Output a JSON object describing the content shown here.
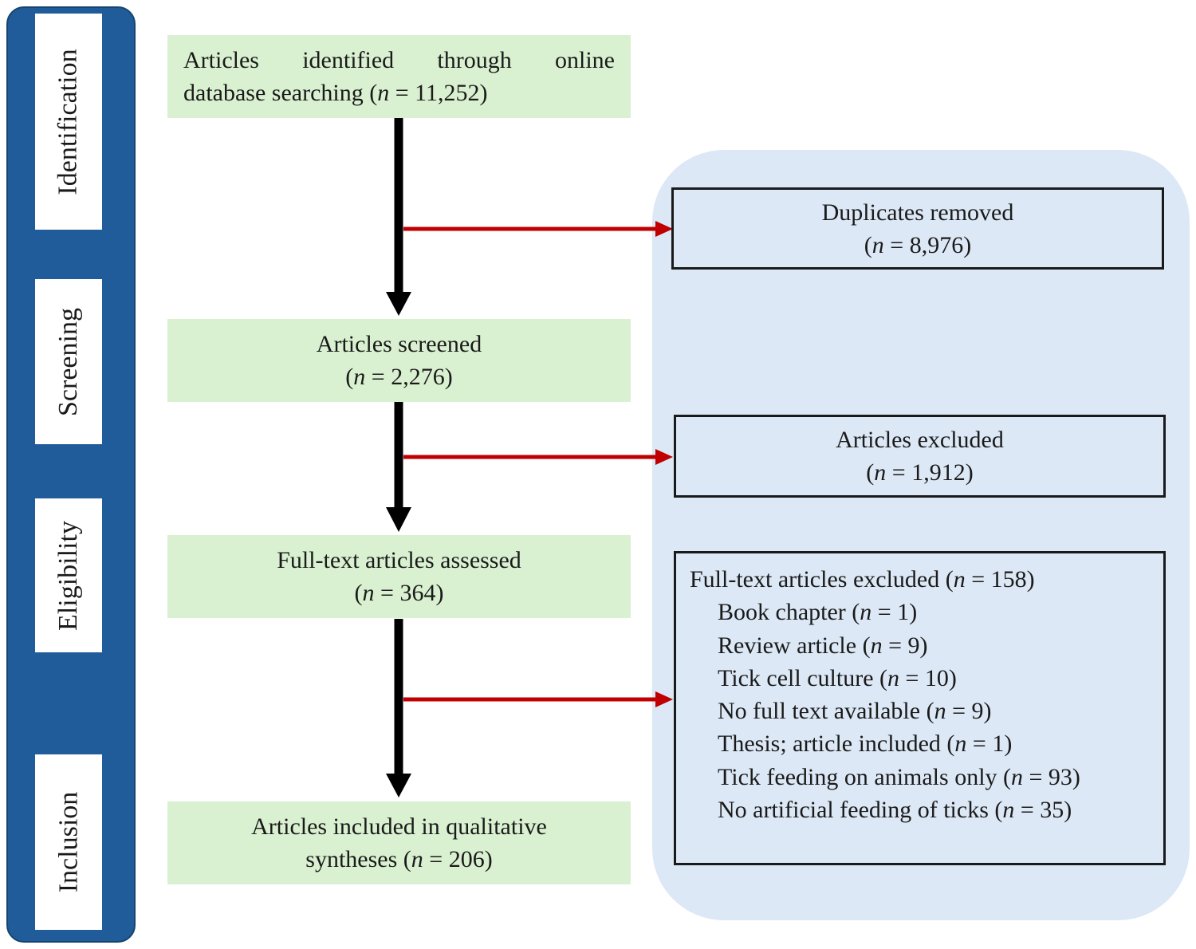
{
  "stages": [
    {
      "label": "Identification"
    },
    {
      "label": "Screening"
    },
    {
      "label": "Eligibility"
    },
    {
      "label": "Inclusion"
    }
  ],
  "flow": {
    "identified": {
      "line1": "Articles identified through online",
      "line2_text": "database searching (",
      "count": "= 11,252)"
    },
    "screened": {
      "title": "Articles screened",
      "count": "= 2,276)"
    },
    "assessed": {
      "title": "Full-text articles assessed",
      "count": "= 364)"
    },
    "included": {
      "line1": "Articles included in qualitative",
      "line2_text": "syntheses (",
      "count": "= 206)"
    }
  },
  "exclusions": {
    "duplicates": {
      "title": "Duplicates removed",
      "count": "= 8,976)"
    },
    "articles_excluded": {
      "title": "Articles excluded",
      "count": "= 1,912)"
    },
    "fulltext_excluded": {
      "title": "Full-text articles excluded (",
      "count": "= 158)",
      "reasons": [
        {
          "label": "Book chapter (",
          "count": "= 1)"
        },
        {
          "label": "Review article (",
          "count": "= 9)"
        },
        {
          "label": "Tick cell culture (",
          "count": "= 10)"
        },
        {
          "label": "No full text available (",
          "count": "= 9)"
        },
        {
          "label": "Thesis; article included (",
          "count": "= 1)"
        },
        {
          "label": "Tick feeding on animals only (",
          "count": "= 93)"
        },
        {
          "label": "No artificial feeding of ticks (",
          "count": "= 35)"
        }
      ]
    }
  },
  "n_symbol": "n",
  "colors": {
    "stage_bar": "#1f5c99",
    "flow_box": "#d9f1d1",
    "exclusion_panel": "#dce8f5",
    "main_arrow": "#000000",
    "exclusion_arrow": "#c00000"
  }
}
